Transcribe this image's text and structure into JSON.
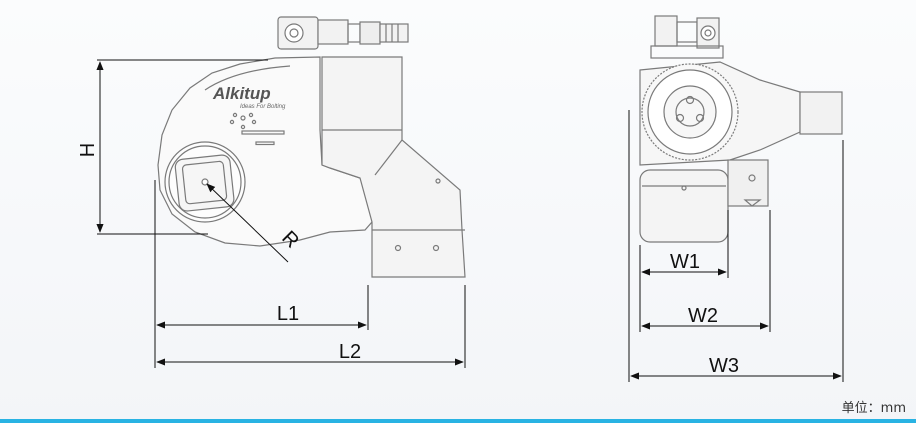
{
  "brand": {
    "name": "Alkitup",
    "tagline": "Ideas For Bolting"
  },
  "dimensions": {
    "H": "H",
    "R": "R",
    "L1": "L1",
    "L2": "L2",
    "W1": "W1",
    "W2": "W2",
    "W3": "W3"
  },
  "unit_label": "单位：mm",
  "colors": {
    "accent_bar": "#29b3e3",
    "outline": "#777777",
    "dim_line": "#111111"
  }
}
